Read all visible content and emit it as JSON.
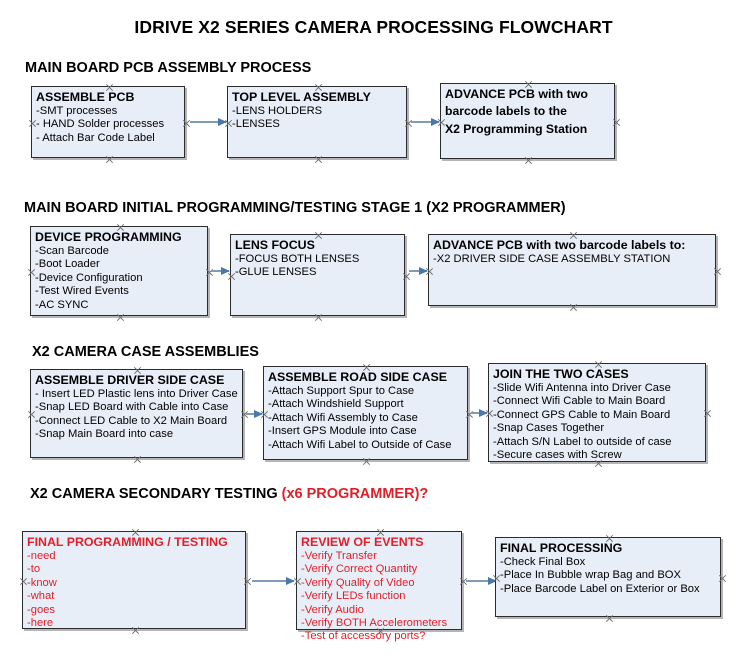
{
  "title": "IDRIVE X2  SERIES CAMERA PROCESSING FLOWCHART",
  "colors": {
    "box_fill": "#e8eef8",
    "box_border": "#2b2b2b",
    "arrow": "#7f9cba",
    "red_accent": "#e01f28",
    "text": "#000000"
  },
  "sections": [
    {
      "heading": "MAIN BOARD PCB ASSEMBLY PROCESS",
      "heading_red": "",
      "boxes": [
        {
          "header": "ASSEMBLE PCB",
          "items": [
            "-SMT processes",
            "- HAND Solder processes",
            "- Attach Bar Code Label"
          ]
        },
        {
          "header": "TOP LEVEL ASSEMBLY",
          "items": [
            "-LENS HOLDERS",
            "-LENSES"
          ]
        },
        {
          "header": "ADVANCE PCB with two",
          "items": [
            "barcode labels to the",
            " X2 Programming Station"
          ]
        }
      ]
    },
    {
      "heading": "MAIN BOARD INITIAL PROGRAMMING/TESTING STAGE 1 (X2 PROGRAMMER)",
      "heading_red": "",
      "boxes": [
        {
          "header": "DEVICE PROGRAMMING",
          "items": [
            "-Scan Barcode",
            "-Boot Loader",
            "-Device Configuration",
            "-Test Wired Events",
            "-AC SYNC"
          ]
        },
        {
          "header": "LENS FOCUS",
          "items": [
            "-FOCUS BOTH LENSES",
            "-GLUE LENSES"
          ]
        },
        {
          "header": "ADVANCE PCB with two barcode labels to:",
          "items": [
            "-X2 DRIVER  SIDE  CASE  ASSEMBLY STATION"
          ]
        }
      ]
    },
    {
      "heading": "X2 CAMERA CASE ASSEMBLIES",
      "heading_red": "",
      "boxes": [
        {
          "header": "ASSEMBLE DRIVER SIDE CASE",
          "items": [
            "- Insert LED Plastic lens into Driver Case",
            "-Snap LED Board with Cable into Case",
            "-Connect LED Cable to X2 Main Board",
            "-Snap Main Board into case"
          ]
        },
        {
          "header": "ASSEMBLE ROAD SIDE CASE",
          "items": [
            "-Attach Support Spur to Case",
            "-Attach Windshield Support",
            "-Attach Wifi Assembly to Case",
            "-Insert GPS Module into Case",
            "-Attach Wifi Label to Outside of Case"
          ]
        },
        {
          "header": "JOIN THE TWO CASES",
          "items": [
            "-Slide Wifi Antenna into Driver Case",
            "-Connect Wifi Cable to Main Board",
            "-Connect GPS Cable to Main Board",
            "-Snap Cases Together",
            "-Attach S/N Label to outside of case",
            "-Secure cases with Screw"
          ]
        }
      ]
    },
    {
      "heading": "X2 CAMERA SECONDARY TESTING ",
      "heading_red": "(x6 PROGRAMMER)?",
      "boxes": [
        {
          "header": "FINAL PROGRAMMING / TESTING",
          "items": [
            "-need",
            "-to",
            "-know",
            "-what",
            "-goes",
            "-here"
          ]
        },
        {
          "header": "REVIEW OF EVENTS",
          "items": [
            "-Verify Transfer",
            "-Verify Correct Quantity",
            "-Verify Quality of Video",
            "-Verify LEDs function",
            "-Verify Audio",
            "-Verify BOTH Accelerometers",
            "-Test of accessory ports?"
          ]
        },
        {
          "header": "FINAL PROCESSING",
          "items": [
            " -Check Final Box",
            "-Place In Bubble wrap Bag and BOX",
            "-Place Barcode Label on Exterior or Box"
          ]
        }
      ]
    }
  ]
}
